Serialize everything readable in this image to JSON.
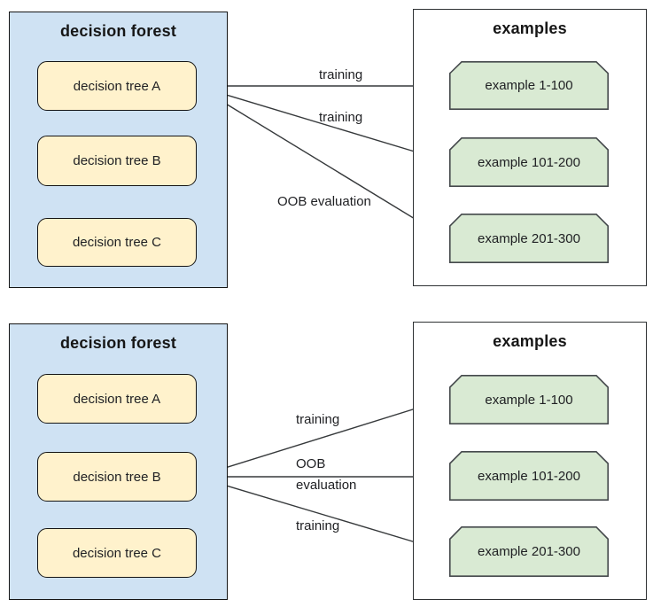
{
  "diagram": {
    "description": "Two-panel diagram of bagging: which examples each decision tree uses for training vs out-of-bag (OOB) evaluation",
    "colors": {
      "forest_fill": "#cfe2f3",
      "tree_fill": "#fff2cc",
      "example_fill": "#d9ead3",
      "example_stroke": "#45494c",
      "box_stroke": "#141414",
      "arrow_stroke": "#36393b",
      "background": "#ffffff"
    },
    "panels": [
      {
        "forest": {
          "title": "decision forest",
          "trees": [
            {
              "label": "decision tree A"
            },
            {
              "label": "decision tree B"
            },
            {
              "label": "decision tree C"
            }
          ]
        },
        "examples": {
          "title": "examples",
          "items": [
            {
              "label": "example 1-100"
            },
            {
              "label": "example 101-200"
            },
            {
              "label": "example 201-300"
            }
          ]
        },
        "arrows": [
          {
            "label": "training",
            "from": "decision tree A",
            "to": "example 1-100"
          },
          {
            "label": "training",
            "from": "decision tree A",
            "to": "example 101-200"
          },
          {
            "label": "OOB evaluation",
            "from": "decision tree A",
            "to": "example 201-300"
          }
        ]
      },
      {
        "forest": {
          "title": "decision forest",
          "trees": [
            {
              "label": "decision tree A"
            },
            {
              "label": "decision tree B"
            },
            {
              "label": "decision tree C"
            }
          ]
        },
        "examples": {
          "title": "examples",
          "items": [
            {
              "label": "example 1-100"
            },
            {
              "label": "example 101-200"
            },
            {
              "label": "example 201-300"
            }
          ]
        },
        "arrows": [
          {
            "label": "training",
            "from": "decision tree B",
            "to": "example 1-100"
          },
          {
            "label": "OOB evaluation",
            "from": "decision tree B",
            "to": "example 101-200"
          },
          {
            "label": "training",
            "from": "decision tree B",
            "to": "example 201-300"
          }
        ]
      }
    ]
  }
}
